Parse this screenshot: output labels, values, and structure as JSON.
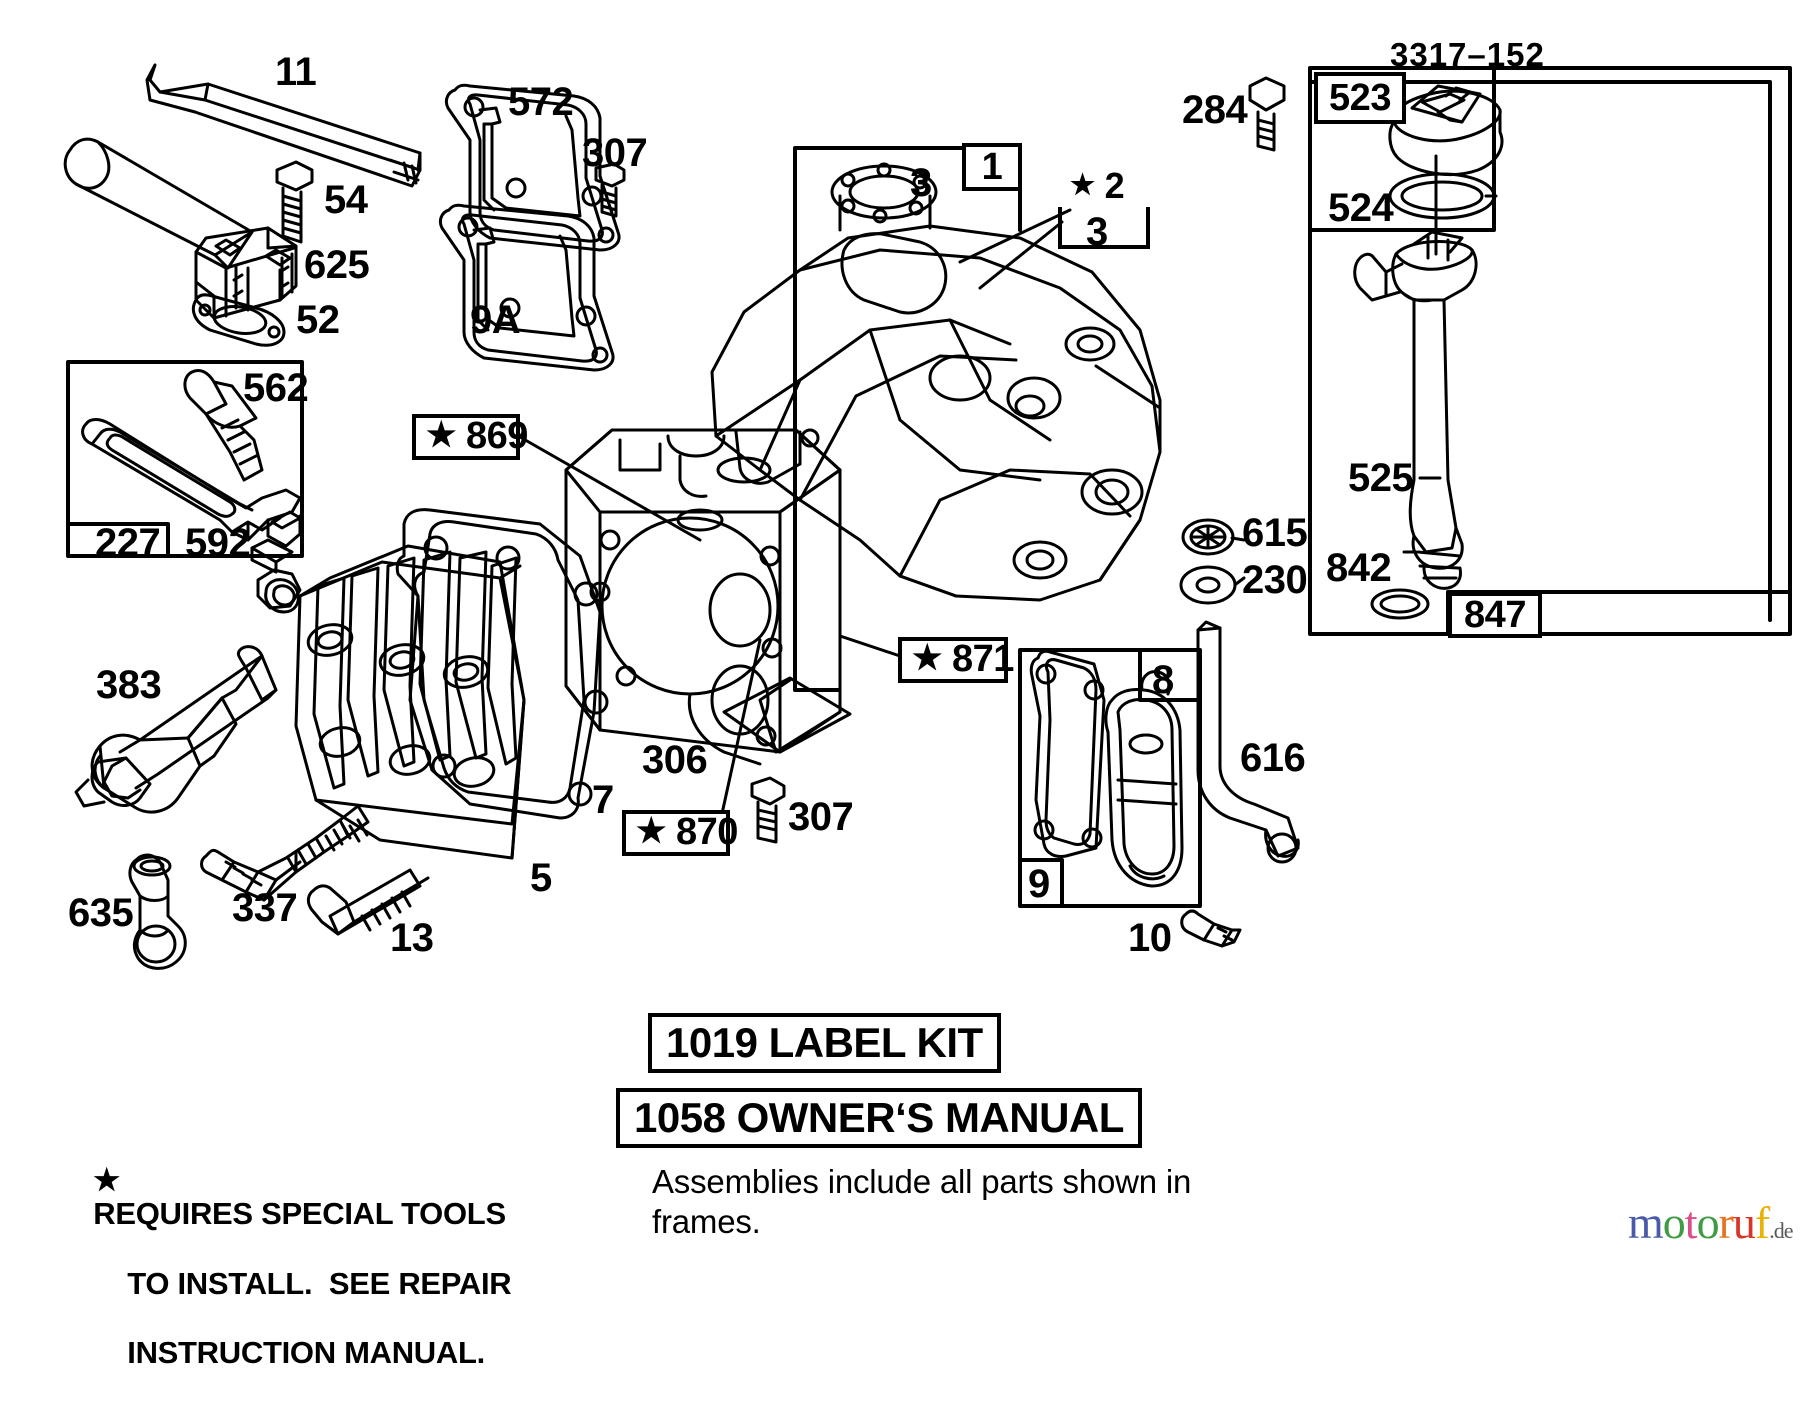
{
  "diagram": {
    "code": "3317–152",
    "title_parts": [
      "1019 LABEL KIT",
      "1058 OWNER‘S MANUAL"
    ],
    "label_kit": "1019 LABEL KIT",
    "owners_manual": "1058 OWNER‘S MANUAL",
    "assemblies_note_line1": "Assemblies include all parts shown in",
    "assemblies_note_line2": "frames.",
    "special_tools_note": "★ REQUIRES SPECIAL TOOLS\n   TO INSTALL.  SEE REPAIR\n   INSTRUCTION MANUAL.",
    "special_tools_line1": "REQUIRES SPECIAL TOOLS",
    "special_tools_line2": "TO INSTALL.  SEE REPAIR",
    "special_tools_line3": "INSTRUCTION MANUAL.",
    "star_glyph": "★",
    "watermark": {
      "m": "m",
      "o1": "o",
      "t": "t",
      "o2": "o",
      "r": "r",
      "u": "u",
      "f": "f",
      "tld": ".de"
    }
  },
  "callouts": {
    "p11": "11",
    "p54": "54",
    "p625": "625",
    "p52": "52",
    "p572": "572",
    "p307a": "307",
    "p9A": "9A",
    "p562": "562",
    "p227": "227",
    "p592": "592",
    "p383": "383",
    "p635": "635",
    "p337": "337",
    "p13": "13",
    "p5": "5",
    "p7": "7",
    "p306": "306",
    "p307b": "307",
    "p869": "869",
    "p870": "870",
    "p871": "871",
    "p1": "1",
    "p2": "2",
    "p3top": "3",
    "p3box": "3",
    "p8": "8",
    "p9": "9",
    "p10": "10",
    "p616": "616",
    "p615": "615",
    "p230": "230",
    "p284": "284",
    "p523": "523",
    "p524": "524",
    "p525": "525",
    "p842": "842",
    "p847": "847"
  },
  "colors": {
    "ink": "#000000",
    "paper": "#ffffff",
    "wm_m": "#4a5aa8",
    "wm_o1": "#3f9c45",
    "wm_t": "#d94f8c",
    "wm_o2": "#3f9c45",
    "wm_r": "#e8731f",
    "wm_u": "#d9342b",
    "wm_f": "#e8b207",
    "wm_de": "#58595b"
  }
}
